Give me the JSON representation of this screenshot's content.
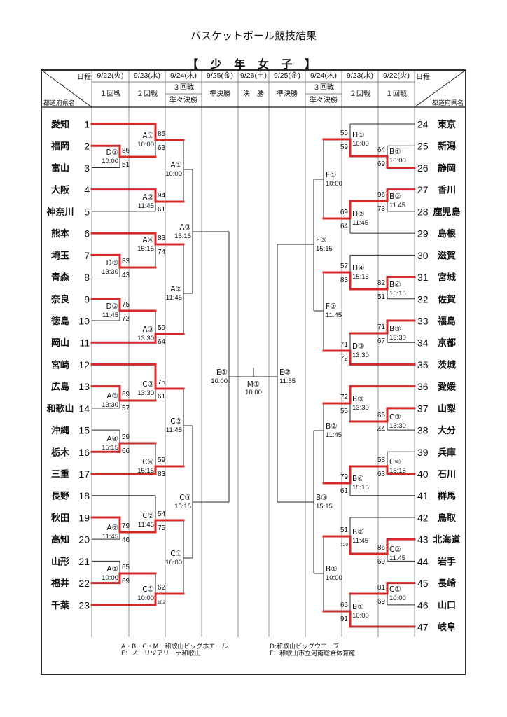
{
  "page": {
    "title": "バスケットボール競技結果",
    "subtitle": "【 少 年 女 子 】"
  },
  "header": {
    "left_corner": {
      "schedule_label": "日程",
      "prefecture_label": "都道府県名"
    },
    "right_corner": {
      "schedule_label": "日程",
      "prefecture_label": "都道府県名"
    },
    "columns": [
      {
        "date": "9/22(火)",
        "round": "１回戦"
      },
      {
        "date": "9/23(水)",
        "round": "２回戦"
      },
      {
        "date": "9/24(木)",
        "round_upper": "３回戦",
        "round_lower": "準々決勝"
      },
      {
        "date": "9/25(金)",
        "round": "準決勝"
      },
      {
        "date": "9/26(土)",
        "round": "決　勝"
      },
      {
        "date": "9/25(金)",
        "round": "準決勝"
      },
      {
        "date": "9/24(木)",
        "round_upper": "３回戦",
        "round_lower": "準々決勝"
      },
      {
        "date": "9/23(水)",
        "round": "２回戦"
      },
      {
        "date": "9/22(火)",
        "round": "１回戦"
      }
    ]
  },
  "bracket": {
    "left_teams": [
      {
        "no": 1,
        "name": "愛知"
      },
      {
        "no": 2,
        "name": "福岡"
      },
      {
        "no": 3,
        "name": "富山"
      },
      {
        "no": 4,
        "name": "大阪"
      },
      {
        "no": 5,
        "name": "神奈川"
      },
      {
        "no": 6,
        "name": "熊本"
      },
      {
        "no": 7,
        "name": "埼玉"
      },
      {
        "no": 8,
        "name": "青森"
      },
      {
        "no": 9,
        "name": "奈良"
      },
      {
        "no": 10,
        "name": "徳島"
      },
      {
        "no": 11,
        "name": "岡山"
      },
      {
        "no": 12,
        "name": "宮崎"
      },
      {
        "no": 13,
        "name": "広島"
      },
      {
        "no": 14,
        "name": "和歌山"
      },
      {
        "no": 15,
        "name": "沖縄"
      },
      {
        "no": 16,
        "name": "栃木"
      },
      {
        "no": 17,
        "name": "三重"
      },
      {
        "no": 18,
        "name": "長野"
      },
      {
        "no": 19,
        "name": "秋田"
      },
      {
        "no": 20,
        "name": "高知"
      },
      {
        "no": 21,
        "name": "山形"
      },
      {
        "no": 22,
        "name": "福井"
      },
      {
        "no": 23,
        "name": "千葉"
      }
    ],
    "right_teams": [
      {
        "no": 24,
        "name": "東京"
      },
      {
        "no": 25,
        "name": "新潟"
      },
      {
        "no": 26,
        "name": "静岡"
      },
      {
        "no": 27,
        "name": "香川"
      },
      {
        "no": 28,
        "name": "鹿児島"
      },
      {
        "no": 29,
        "name": "島根"
      },
      {
        "no": 30,
        "name": "滋賀"
      },
      {
        "no": 31,
        "name": "宮城"
      },
      {
        "no": 32,
        "name": "佐賀"
      },
      {
        "no": 33,
        "name": "福島"
      },
      {
        "no": 34,
        "name": "京都"
      },
      {
        "no": 35,
        "name": "茨城"
      },
      {
        "no": 36,
        "name": "愛媛"
      },
      {
        "no": 37,
        "name": "山梨"
      },
      {
        "no": 38,
        "name": "大分"
      },
      {
        "no": 39,
        "name": "兵庫"
      },
      {
        "no": 40,
        "name": "石川"
      },
      {
        "no": 41,
        "name": "群馬"
      },
      {
        "no": 42,
        "name": "鳥取"
      },
      {
        "no": 43,
        "name": "北海道"
      },
      {
        "no": 44,
        "name": "岩手"
      },
      {
        "no": 45,
        "name": "長崎"
      },
      {
        "no": 46,
        "name": "山口"
      },
      {
        "no": 47,
        "name": "岐阜"
      }
    ],
    "matches": [
      {
        "id": "L1-D1",
        "side": "left",
        "round": "r1",
        "label": "D①",
        "time": "10:00",
        "a": 2,
        "b": 3,
        "score_a": "86",
        "score_b": "51",
        "winner": "a"
      },
      {
        "id": "L1-D3",
        "side": "left",
        "round": "r1",
        "label": "D③",
        "time": "13:30",
        "a": 7,
        "b": 8,
        "score_a": "83",
        "score_b": "43",
        "winner": "a"
      },
      {
        "id": "L1-D2",
        "side": "left",
        "round": "r1",
        "label": "D②",
        "time": "11:45",
        "a": 9,
        "b": 10,
        "score_a": "75",
        "score_b": "72",
        "winner": "a"
      },
      {
        "id": "L1-A3",
        "side": "left",
        "round": "r1",
        "label": "A③",
        "time": "13:30",
        "a": 13,
        "b": 14,
        "score_a": "69",
        "score_b": "57",
        "winner": "a"
      },
      {
        "id": "L1-A4",
        "side": "left",
        "round": "r1",
        "label": "A④",
        "time": "15:15",
        "a": 15,
        "b": 16,
        "score_a": "59",
        "score_b": "66",
        "winner": "b"
      },
      {
        "id": "L1-A2",
        "side": "left",
        "round": "r1",
        "label": "A②",
        "time": "11:45",
        "a": 19,
        "b": 20,
        "score_a": "79",
        "score_b": "46",
        "winner": "a"
      },
      {
        "id": "L1-A1",
        "side": "left",
        "round": "r1",
        "label": "A①",
        "time": "10:00",
        "a": 21,
        "b": 22,
        "score_a": "65",
        "score_b": "69",
        "winner": "b"
      },
      {
        "id": "L2-A1",
        "side": "left",
        "round": "r2",
        "label": "A①",
        "time": "10:00",
        "a": 1,
        "b": "L1-D1",
        "score_a": "85",
        "score_b": "63",
        "winner": "a"
      },
      {
        "id": "L2-A2",
        "side": "left",
        "round": "r2",
        "label": "A②",
        "time": "11:45",
        "a": 4,
        "b": 5,
        "score_a": "94",
        "score_b": "61",
        "winner": "a"
      },
      {
        "id": "L2-A4",
        "side": "left",
        "round": "r2",
        "label": "A④",
        "time": "15:15",
        "a": 6,
        "b": "L1-D3",
        "score_a": "83",
        "score_b": "74",
        "winner": "a"
      },
      {
        "id": "L2-A3",
        "side": "left",
        "round": "r2",
        "label": "A③",
        "time": "13:30",
        "a": "L1-D2",
        "b": 11,
        "score_a": "59",
        "score_b": "64",
        "winner": "b"
      },
      {
        "id": "L2-C3",
        "side": "left",
        "round": "r2",
        "label": "C③",
        "time": "13:30",
        "a": 12,
        "b": "L1-A3",
        "score_a": "75",
        "score_b": "61",
        "winner": "a"
      },
      {
        "id": "L2-C4",
        "side": "left",
        "round": "r2",
        "label": "C④",
        "time": "15:15",
        "a": "L1-A4",
        "b": 17,
        "score_a": "59",
        "score_b": "83",
        "winner": "b"
      },
      {
        "id": "L2-C2",
        "side": "left",
        "round": "r2",
        "label": "C②",
        "time": "11:45",
        "a": 18,
        "b": "L1-A2",
        "score_a": "54",
        "score_b": "75",
        "winner": "b"
      },
      {
        "id": "L2-C1",
        "side": "left",
        "round": "r2",
        "label": "C①",
        "time": "10:00",
        "a": "L1-A1",
        "b": 23,
        "score_a": "62",
        "score_b": "102",
        "winner": "b"
      },
      {
        "id": "L3-A1",
        "side": "left",
        "round": "r3",
        "label": "A①",
        "time": "10:00",
        "a": "L2-A1",
        "b": "L2-A2",
        "score_a": null,
        "score_b": null,
        "winner": null
      },
      {
        "id": "L3-A2",
        "side": "left",
        "round": "r3",
        "label": "A②",
        "time": "11:45",
        "a": "L2-A4",
        "b": "L2-A3",
        "score_a": null,
        "score_b": null,
        "winner": null
      },
      {
        "id": "L3-C2",
        "side": "left",
        "round": "r3",
        "label": "C②",
        "time": "11:45",
        "a": "L2-C3",
        "b": "L2-C4",
        "score_a": null,
        "score_b": null,
        "winner": null
      },
      {
        "id": "L3-C1",
        "side": "left",
        "round": "r3",
        "label": "C①",
        "time": "10:00",
        "a": "L2-C2",
        "b": "L2-C1",
        "score_a": null,
        "score_b": null,
        "winner": null
      },
      {
        "id": "LQ-A3",
        "side": "left",
        "round": "qf",
        "label": "A③",
        "time": "15:15",
        "a": "L3-A1",
        "b": "L3-A2",
        "score_a": null,
        "score_b": null,
        "winner": null
      },
      {
        "id": "LQ-C3",
        "side": "left",
        "round": "qf",
        "label": "C③",
        "time": "15:15",
        "a": "L3-C2",
        "b": "L3-C1",
        "score_a": null,
        "score_b": null,
        "winner": null
      },
      {
        "id": "LS-E1",
        "side": "left",
        "round": "sf",
        "label": "E①",
        "time": "10:00",
        "a": "LQ-A3",
        "b": "LQ-C3",
        "score_a": null,
        "score_b": null,
        "winner": null
      },
      {
        "id": "R1-B1",
        "side": "right",
        "round": "r1",
        "label": "B①",
        "time": "10:00",
        "a": 25,
        "b": 26,
        "score_a": "64",
        "score_b": "69",
        "winner": "b"
      },
      {
        "id": "R1-B2",
        "side": "right",
        "round": "r1",
        "label": "B②",
        "time": "11:45",
        "a": 27,
        "b": 28,
        "score_a": "96",
        "score_b": "73",
        "winner": "a"
      },
      {
        "id": "R1-B4",
        "side": "right",
        "round": "r1",
        "label": "B④",
        "time": "15:15",
        "a": 31,
        "b": 32,
        "score_a": "82",
        "score_b": "51",
        "winner": "a"
      },
      {
        "id": "R1-B3",
        "side": "right",
        "round": "r1",
        "label": "B③",
        "time": "13:30",
        "a": 33,
        "b": 34,
        "score_a": "71",
        "score_b": "67",
        "winner": "a"
      },
      {
        "id": "R1-C3",
        "side": "right",
        "round": "r1",
        "label": "C③",
        "time": "13:30",
        "a": 37,
        "b": 38,
        "score_a": "66",
        "score_b": "44",
        "winner": "a"
      },
      {
        "id": "R1-C4",
        "side": "right",
        "round": "r1",
        "label": "C④",
        "time": "15:15",
        "a": 39,
        "b": 40,
        "score_a": "58",
        "score_b": "63",
        "winner": "b"
      },
      {
        "id": "R1-C2",
        "side": "right",
        "round": "r1",
        "label": "C②",
        "time": "11:45",
        "a": 43,
        "b": 44,
        "score_a": "86",
        "score_b": "69",
        "winner": "a"
      },
      {
        "id": "R1-C1",
        "side": "right",
        "round": "r1",
        "label": "C①",
        "time": "10:00",
        "a": 45,
        "b": 46,
        "score_a": "81",
        "score_b": "69",
        "winner": "a"
      },
      {
        "id": "R2-D1",
        "side": "right",
        "round": "r2",
        "label": "D①",
        "time": "10:00",
        "a": 24,
        "b": "R1-B1",
        "score_a": "55",
        "score_b": "59",
        "winner": "b"
      },
      {
        "id": "R2-D2",
        "side": "right",
        "round": "r2",
        "label": "D②",
        "time": "11:45",
        "a": "R1-B2",
        "b": 29,
        "score_a": "69",
        "score_b": "64",
        "winner": "a"
      },
      {
        "id": "R2-D4",
        "side": "right",
        "round": "r2",
        "label": "D④",
        "time": "15:15",
        "a": 30,
        "b": "R1-B4",
        "score_a": "57",
        "score_b": "83",
        "winner": "b"
      },
      {
        "id": "R2-D3",
        "side": "right",
        "round": "r2",
        "label": "D③",
        "time": "13:30",
        "a": "R1-B3",
        "b": 35,
        "score_a": "71",
        "score_b": "72",
        "winner": "b"
      },
      {
        "id": "R2-B3",
        "side": "right",
        "round": "r2",
        "label": "B③",
        "time": "13:30",
        "a": 36,
        "b": "R1-C3",
        "score_a": "72",
        "score_b": "55",
        "winner": "a"
      },
      {
        "id": "R2-B4",
        "side": "right",
        "round": "r2",
        "label": "B④",
        "time": "15:15",
        "a": "R1-C4",
        "b": 41,
        "score_a": "79",
        "score_b": "61",
        "winner": "a"
      },
      {
        "id": "R2-B2",
        "side": "right",
        "round": "r2",
        "label": "B②",
        "time": "11:45",
        "a": 42,
        "b": "R1-C2",
        "score_a": "51",
        "score_b": "120",
        "winner": "b"
      },
      {
        "id": "R2-B1",
        "side": "right",
        "round": "r2",
        "label": "B①",
        "time": "10:00",
        "a": "R1-C1",
        "b": 47,
        "score_a": "65",
        "score_b": "91",
        "winner": "b"
      },
      {
        "id": "R3-F1",
        "side": "right",
        "round": "r3",
        "label": "F①",
        "time": "10:00",
        "a": "R2-D1",
        "b": "R2-D2",
        "score_a": null,
        "score_b": null,
        "winner": null
      },
      {
        "id": "R3-F2",
        "side": "right",
        "round": "r3",
        "label": "F②",
        "time": "11:45",
        "a": "R2-D4",
        "b": "R2-D3",
        "score_a": null,
        "score_b": null,
        "winner": null
      },
      {
        "id": "R3-B2",
        "side": "right",
        "round": "r3",
        "label": "B②",
        "time": "11:45",
        "a": "R2-B3",
        "b": "R2-B4",
        "score_a": null,
        "score_b": null,
        "winner": null
      },
      {
        "id": "R3-B1",
        "side": "right",
        "round": "r3",
        "label": "B①",
        "time": "10:00",
        "a": "R2-B2",
        "b": "R2-B1",
        "score_a": null,
        "score_b": null,
        "winner": null
      },
      {
        "id": "RQ-F3",
        "side": "right",
        "round": "qf",
        "label": "F③",
        "time": "15:15",
        "a": "R3-F1",
        "b": "R3-F2",
        "score_a": null,
        "score_b": null,
        "winner": null
      },
      {
        "id": "RQ-B3",
        "side": "right",
        "round": "qf",
        "label": "B③",
        "time": "15:15",
        "a": "R3-B2",
        "b": "R3-B1",
        "score_a": null,
        "score_b": null,
        "winner": null
      },
      {
        "id": "RS-E2",
        "side": "right",
        "round": "sf",
        "label": "E②",
        "time": "11:55",
        "a": "RQ-F3",
        "b": "RQ-B3",
        "score_a": null,
        "score_b": null,
        "winner": null
      },
      {
        "id": "F-M1",
        "side": "center",
        "round": "final",
        "label": "M①",
        "time": "10:00",
        "a": "LS-E1",
        "b": "RS-E2",
        "score_a": null,
        "score_b": null,
        "winner": null
      }
    ]
  },
  "legend": {
    "items": [
      "A・B・C・M：和歌山ビッグホエール",
      "D:和歌山ビッグウエーブ",
      "E：ノーリツアリーナ和歌山",
      "F：和歌山市立河南総合体育館"
    ]
  },
  "colors": {
    "winner_line": "#d22a2a",
    "bracket_line": "#2a2a2a",
    "grid_line": "#8a8a8a",
    "border": "#1a1a1a"
  }
}
